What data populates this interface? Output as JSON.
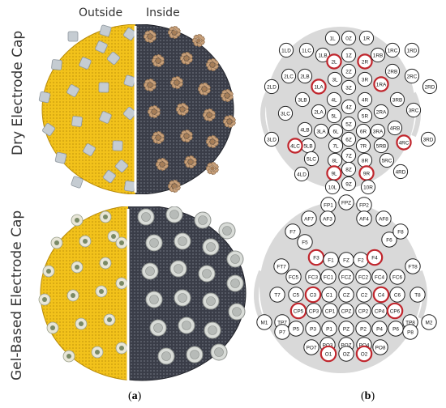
{
  "labels": {
    "outside": "Outside",
    "inside": "Inside",
    "dry_cap": "Dry Electrode Cap",
    "gel_cap": "Gel-Based Electrode Cap",
    "panel_a": "a",
    "panel_b": "b"
  },
  "colors": {
    "cap_yellow": "#f2c21b",
    "cap_dark": "#3a3d48",
    "dry_pin": "#c8a07a",
    "electrode_grey": "#c5ccd2",
    "gel_ring": "#d9dcd8",
    "head_fill": "#d9d9d9",
    "electrode_fill": "#ffffff",
    "highlight": "#c0262d"
  },
  "dry_montage": [
    {
      "label": "1L"
    },
    {
      "label": "0Z"
    },
    {
      "label": "1R"
    },
    {
      "label": "1LD"
    },
    {
      "label": "1LC"
    },
    {
      "label": "1LB"
    },
    {
      "label": "2L",
      "highlight": true
    },
    {
      "label": "1Z"
    },
    {
      "label": "2R",
      "highlight": true
    },
    {
      "label": "1RB"
    },
    {
      "label": "1RC"
    },
    {
      "label": "1RD"
    },
    {
      "label": "2LC"
    },
    {
      "label": "2LB"
    },
    {
      "label": "3L"
    },
    {
      "label": "2Z"
    },
    {
      "label": "3R"
    },
    {
      "label": "2RB"
    },
    {
      "label": "2RC"
    },
    {
      "label": "2LD"
    },
    {
      "label": "1LA",
      "highlight": true
    },
    {
      "label": "3Z"
    },
    {
      "label": "1RA",
      "highlight": true
    },
    {
      "label": "2RD"
    },
    {
      "label": "3LB"
    },
    {
      "label": "4L"
    },
    {
      "label": "4R"
    },
    {
      "label": "3RB"
    },
    {
      "label": "3LC"
    },
    {
      "label": "2LA"
    },
    {
      "label": "4Z"
    },
    {
      "label": "2RA"
    },
    {
      "label": "3RC"
    },
    {
      "label": "5L"
    },
    {
      "label": "5R"
    },
    {
      "label": "4LB"
    },
    {
      "label": "3LA"
    },
    {
      "label": "6L"
    },
    {
      "label": "5Z"
    },
    {
      "label": "6R"
    },
    {
      "label": "3RA"
    },
    {
      "label": "4RB"
    },
    {
      "label": "3LD"
    },
    {
      "label": "5LB"
    },
    {
      "label": "7L"
    },
    {
      "label": "6Z"
    },
    {
      "label": "7R"
    },
    {
      "label": "5RB"
    },
    {
      "label": "3RD"
    },
    {
      "label": "4LC",
      "highlight": true
    },
    {
      "label": "5LC"
    },
    {
      "label": "8L"
    },
    {
      "label": "7Z"
    },
    {
      "label": "8R"
    },
    {
      "label": "5RC"
    },
    {
      "label": "4RC",
      "highlight": true
    },
    {
      "label": "8Z"
    },
    {
      "label": "4LD"
    },
    {
      "label": "9L",
      "highlight": true
    },
    {
      "label": "9R",
      "highlight": true
    },
    {
      "label": "4RD"
    },
    {
      "label": "10L"
    },
    {
      "label": "9Z"
    },
    {
      "label": "10R"
    }
  ],
  "gel_montage": [
    {
      "label": "FP1"
    },
    {
      "label": "FPZ"
    },
    {
      "label": "FP2"
    },
    {
      "label": "AF7"
    },
    {
      "label": "AF3"
    },
    {
      "label": "AF4"
    },
    {
      "label": "AF8"
    },
    {
      "label": "F7"
    },
    {
      "label": "F5"
    },
    {
      "label": "F3",
      "highlight": true
    },
    {
      "label": "F1"
    },
    {
      "label": "FZ"
    },
    {
      "label": "F2"
    },
    {
      "label": "F4",
      "highlight": true
    },
    {
      "label": "F6"
    },
    {
      "label": "F8"
    },
    {
      "label": "FT7"
    },
    {
      "label": "FC5"
    },
    {
      "label": "FC3"
    },
    {
      "label": "FC1"
    },
    {
      "label": "FCZ"
    },
    {
      "label": "FC2"
    },
    {
      "label": "FC4"
    },
    {
      "label": "FC6"
    },
    {
      "label": "FT8"
    },
    {
      "label": "T7"
    },
    {
      "label": "C5"
    },
    {
      "label": "C3",
      "highlight": true
    },
    {
      "label": "C1"
    },
    {
      "label": "CZ"
    },
    {
      "label": "C2"
    },
    {
      "label": "C4",
      "highlight": true
    },
    {
      "label": "C6"
    },
    {
      "label": "T8"
    },
    {
      "label": "M1"
    },
    {
      "label": "TP7"
    },
    {
      "label": "CP5",
      "highlight": true
    },
    {
      "label": "CP3"
    },
    {
      "label": "CP1"
    },
    {
      "label": "CPZ"
    },
    {
      "label": "CP2"
    },
    {
      "label": "CP4"
    },
    {
      "label": "CP6",
      "highlight": true
    },
    {
      "label": "TP8"
    },
    {
      "label": "M2"
    },
    {
      "label": "P7"
    },
    {
      "label": "P5"
    },
    {
      "label": "P3"
    },
    {
      "label": "P1"
    },
    {
      "label": "PZ"
    },
    {
      "label": "P2"
    },
    {
      "label": "P4"
    },
    {
      "label": "P6"
    },
    {
      "label": "P8"
    },
    {
      "label": "PO7"
    },
    {
      "label": "PO3"
    },
    {
      "label": "POZ"
    },
    {
      "label": "PO4"
    },
    {
      "label": "PO8"
    },
    {
      "label": "O1",
      "highlight": true
    },
    {
      "label": "OZ"
    },
    {
      "label": "O2",
      "highlight": true
    }
  ]
}
